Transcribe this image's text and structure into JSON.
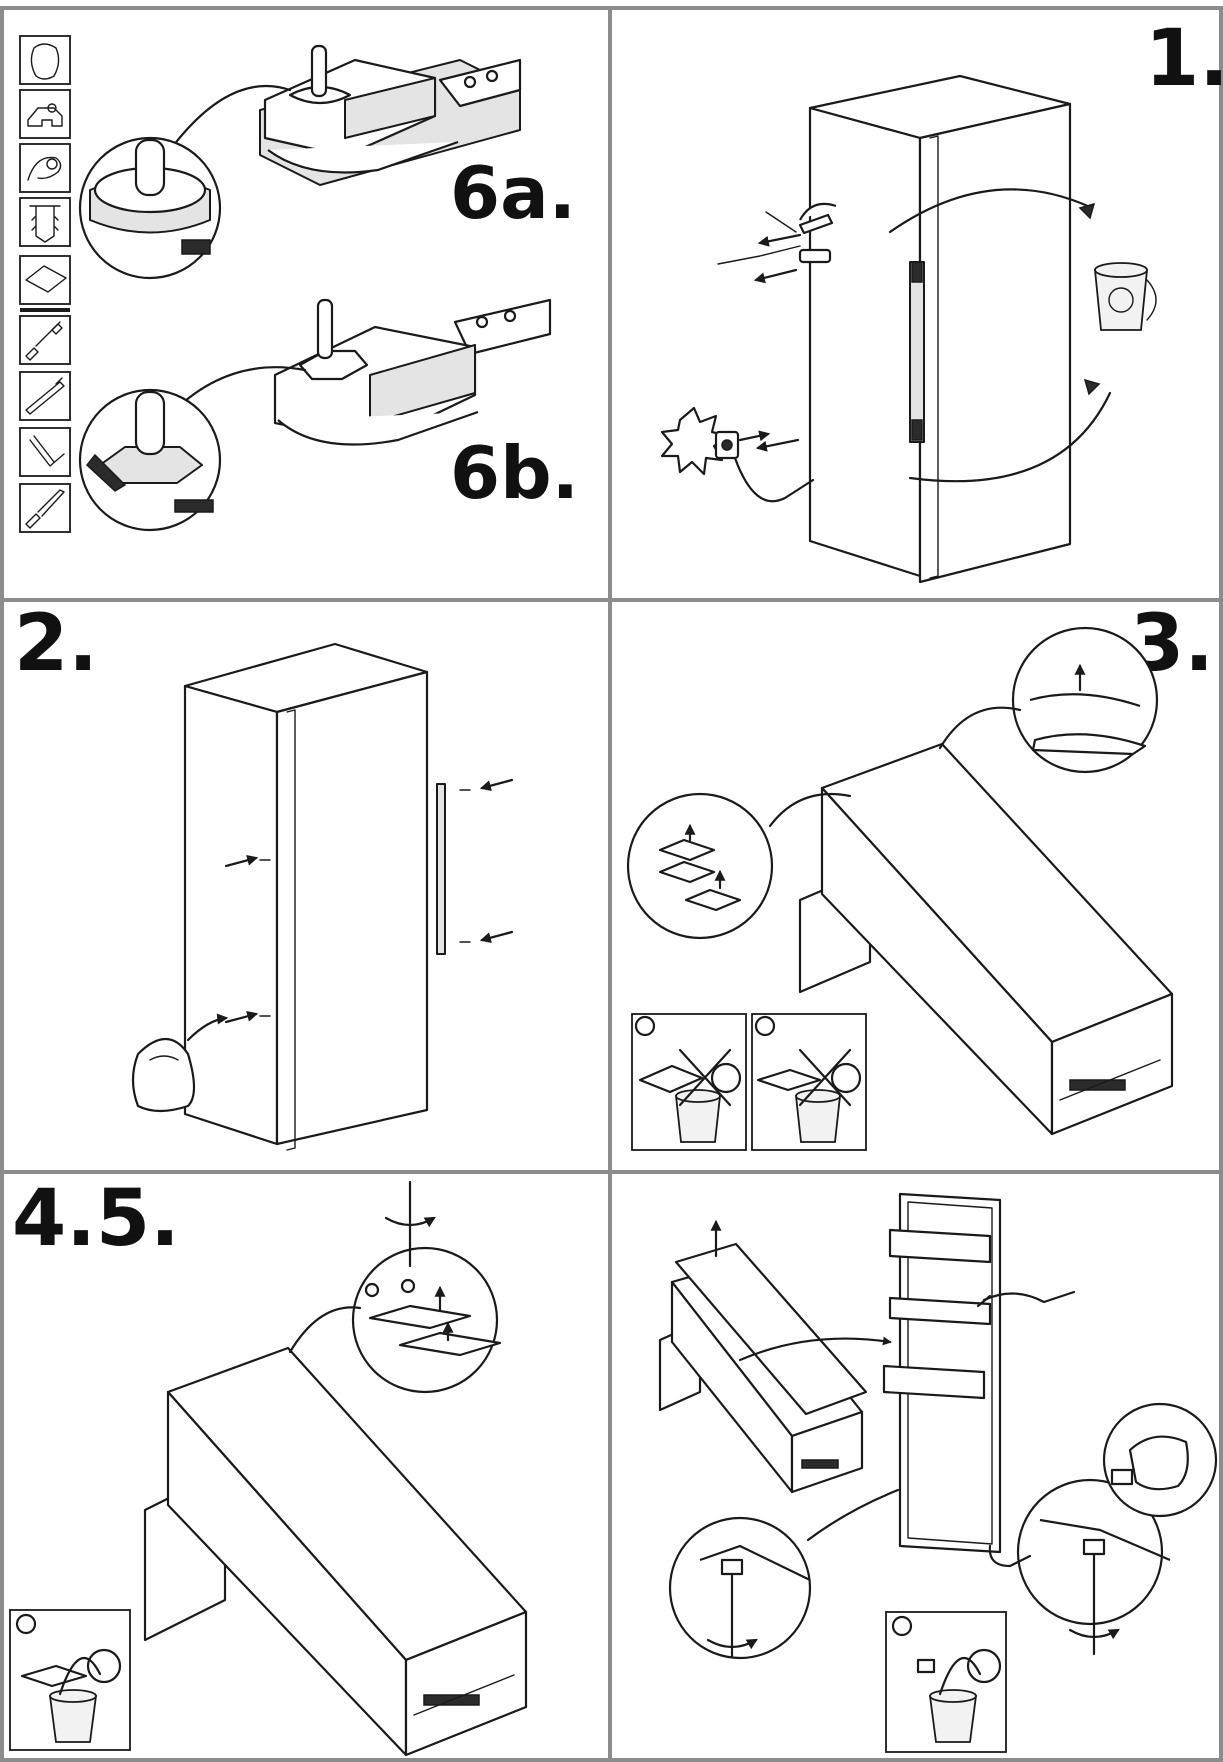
{
  "panels": [
    {
      "id": "panel-6",
      "labels": [
        "6a.",
        "6b."
      ]
    },
    {
      "id": "panel-1",
      "labels": [
        "1."
      ]
    },
    {
      "id": "panel-2",
      "labels": [
        "2."
      ]
    },
    {
      "id": "panel-3",
      "labels": [
        "3."
      ]
    },
    {
      "id": "panel-4-5",
      "labels": [
        "4.5."
      ]
    },
    {
      "id": "panel-door",
      "labels": []
    }
  ],
  "labels": {
    "step_6a": "6a.",
    "step_6b": "6b.",
    "step_1": "1.",
    "step_2": "2.",
    "step_3": "3.",
    "step_4_5": "4.5."
  },
  "tool_icons": [
    "bag-icon",
    "hinge-clip-icon",
    "cable-clip-icon",
    "push-rivet-icon",
    "gasket-plate-icon",
    "screwdriver-icon",
    "torx-bit-icon",
    "hex-key-icon",
    "knife-icon"
  ],
  "info_icons": [
    "info-icon",
    "info-icon",
    "info-icon",
    "info-icon"
  ],
  "colors": {
    "line": "#1a1a1a",
    "frame": "#8c8c8c",
    "shade": "#e4e4e4",
    "background": "#ffffff"
  }
}
